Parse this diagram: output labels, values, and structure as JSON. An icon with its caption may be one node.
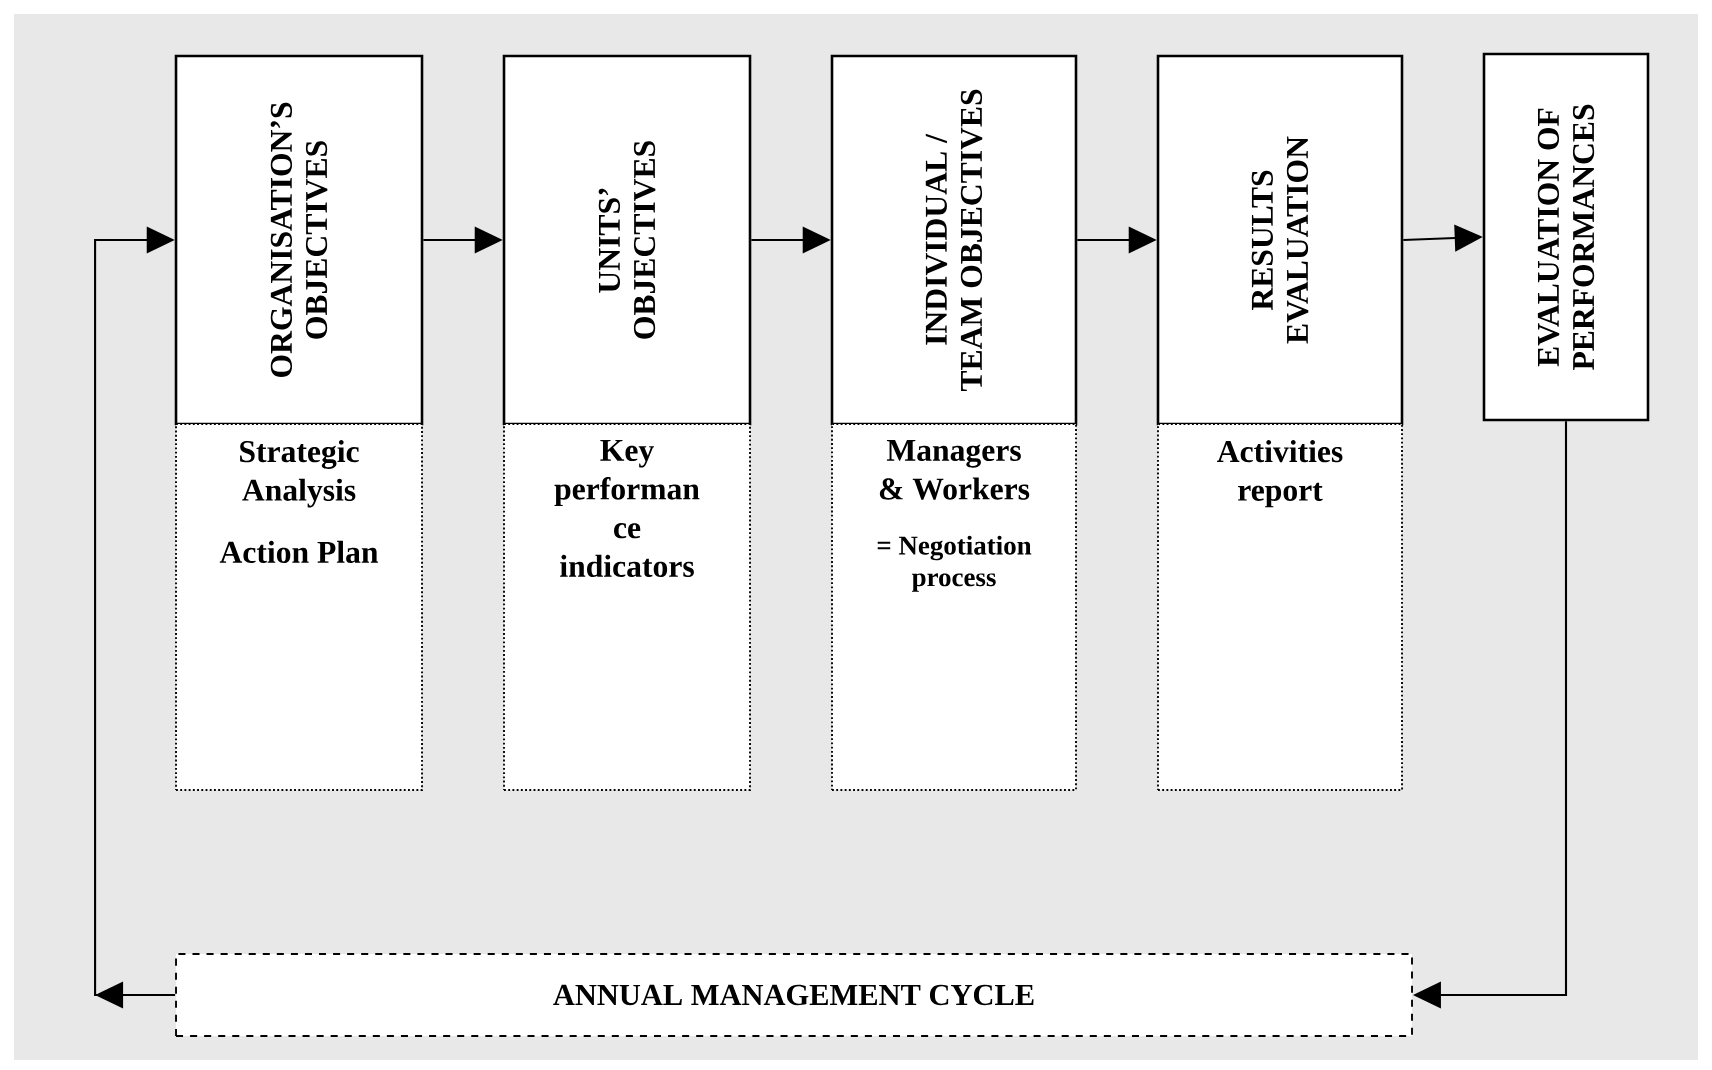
{
  "diagram": {
    "nodes": [
      {
        "text": [
          "ORGANISATION’S OBJECTIVES"
        ]
      },
      {
        "text": [
          "UNITS’ OBJECTIVES"
        ]
      },
      {
        "text": [
          "INDIVIDUAL / TEAM OBJECTIVES"
        ]
      },
      {
        "text": [
          "RESULTS EVALUATION"
        ]
      },
      {
        "text": [
          "EVALUATION OF PERFORMANCES"
        ]
      },
      {
        "text": [
          "Strategic Analysis",
          "Action Plan"
        ]
      },
      {
        "text": [
          "Key performan ce indicators"
        ]
      },
      {
        "text": [
          "Managers & Workers",
          "= Negotiation process"
        ]
      },
      {
        "text": [
          "Activities report"
        ]
      },
      {
        "text": [
          "ANNUAL MANAGEMENT CYCLE"
        ]
      }
    ],
    "edges": [
      {
        "from": 0,
        "to": 1,
        "arrow": "to"
      },
      {
        "from": 1,
        "to": 2,
        "arrow": "to"
      },
      {
        "from": 2,
        "to": 3,
        "arrow": "to"
      },
      {
        "from": 3,
        "to": 4,
        "arrow": "to"
      },
      {
        "from": 4,
        "to": 9,
        "arrow": "to"
      },
      {
        "from": 9,
        "to": 0,
        "arrow": "to"
      }
    ]
  }
}
